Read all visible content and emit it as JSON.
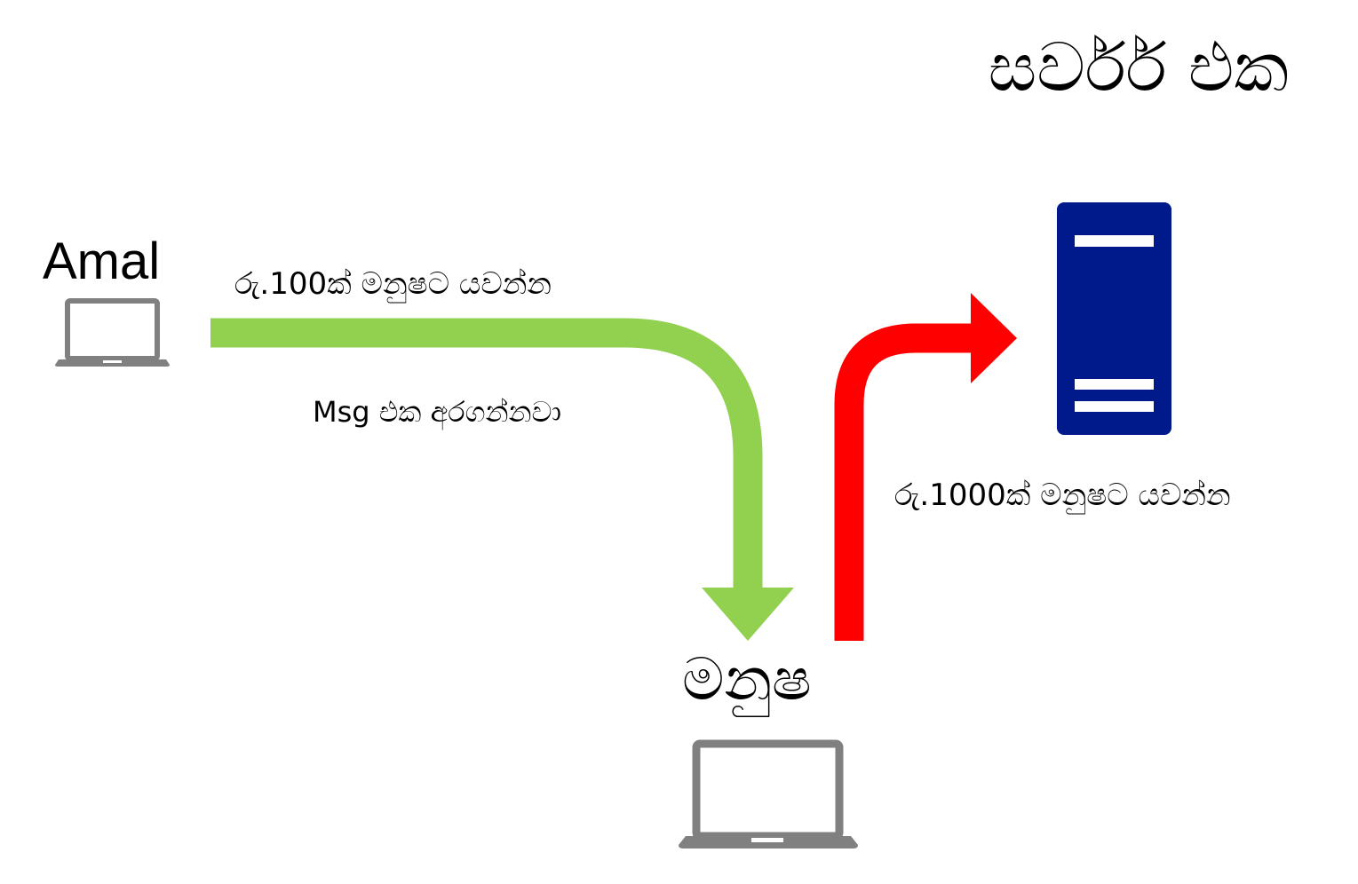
{
  "title": "සර්වර් එක",
  "nodes": {
    "sender": {
      "label": "Amal",
      "icon": "laptop-icon"
    },
    "attacker": {
      "label": "මනුෂ",
      "icon": "laptop-icon"
    },
    "server": {
      "icon": "server-icon"
    }
  },
  "messages": {
    "original": "රු.100ක් මනුෂට යවන්න",
    "captured": "Msg එක අරගන්නවා",
    "forwarded": "රු.1000ක් මනුෂට යවන්න"
  },
  "colors": {
    "green_arrow": "#92D050",
    "red_arrow": "#FF0000",
    "server_fill": "#001A8C",
    "laptop_gray": "#808080"
  }
}
